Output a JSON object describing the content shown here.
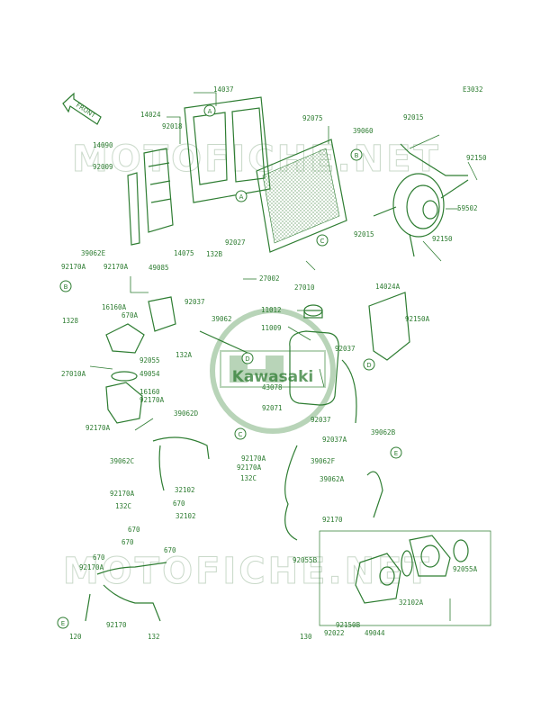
{
  "diagram": {
    "code": "E3032",
    "front_label": "FRONT",
    "watermark": "MOTOFICHE.NET",
    "logo_text": "Kawasaki",
    "callouts": [
      "A",
      "B",
      "C",
      "D",
      "E"
    ],
    "part_labels": [
      "14037",
      "14024",
      "92018",
      "14090",
      "92009",
      "92075",
      "39060",
      "92015",
      "92150",
      "92027",
      "132B",
      "59502",
      "92015",
      "92150",
      "27002",
      "27010",
      "14075",
      "49085",
      "39062E",
      "92170A",
      "92170A",
      "92037",
      "39062",
      "1328",
      "16160A",
      "670A",
      "11012",
      "11009",
      "14024A",
      "92150A",
      "92055",
      "132A",
      "92037",
      "27010A",
      "49054",
      "43078",
      "16160",
      "92170A",
      "92071",
      "92037",
      "92170A",
      "39062D",
      "39062B",
      "39062C",
      "92170A",
      "92170A",
      "132C",
      "92170A",
      "32102",
      "39062F",
      "92037A",
      "39062A",
      "132C",
      "670",
      "670",
      "32102",
      "92170",
      "670",
      "670",
      "670",
      "92170A",
      "92055B",
      "92055A",
      "32102A",
      "92170",
      "120",
      "132",
      "130",
      "92022",
      "92150B",
      "49044"
    ]
  }
}
